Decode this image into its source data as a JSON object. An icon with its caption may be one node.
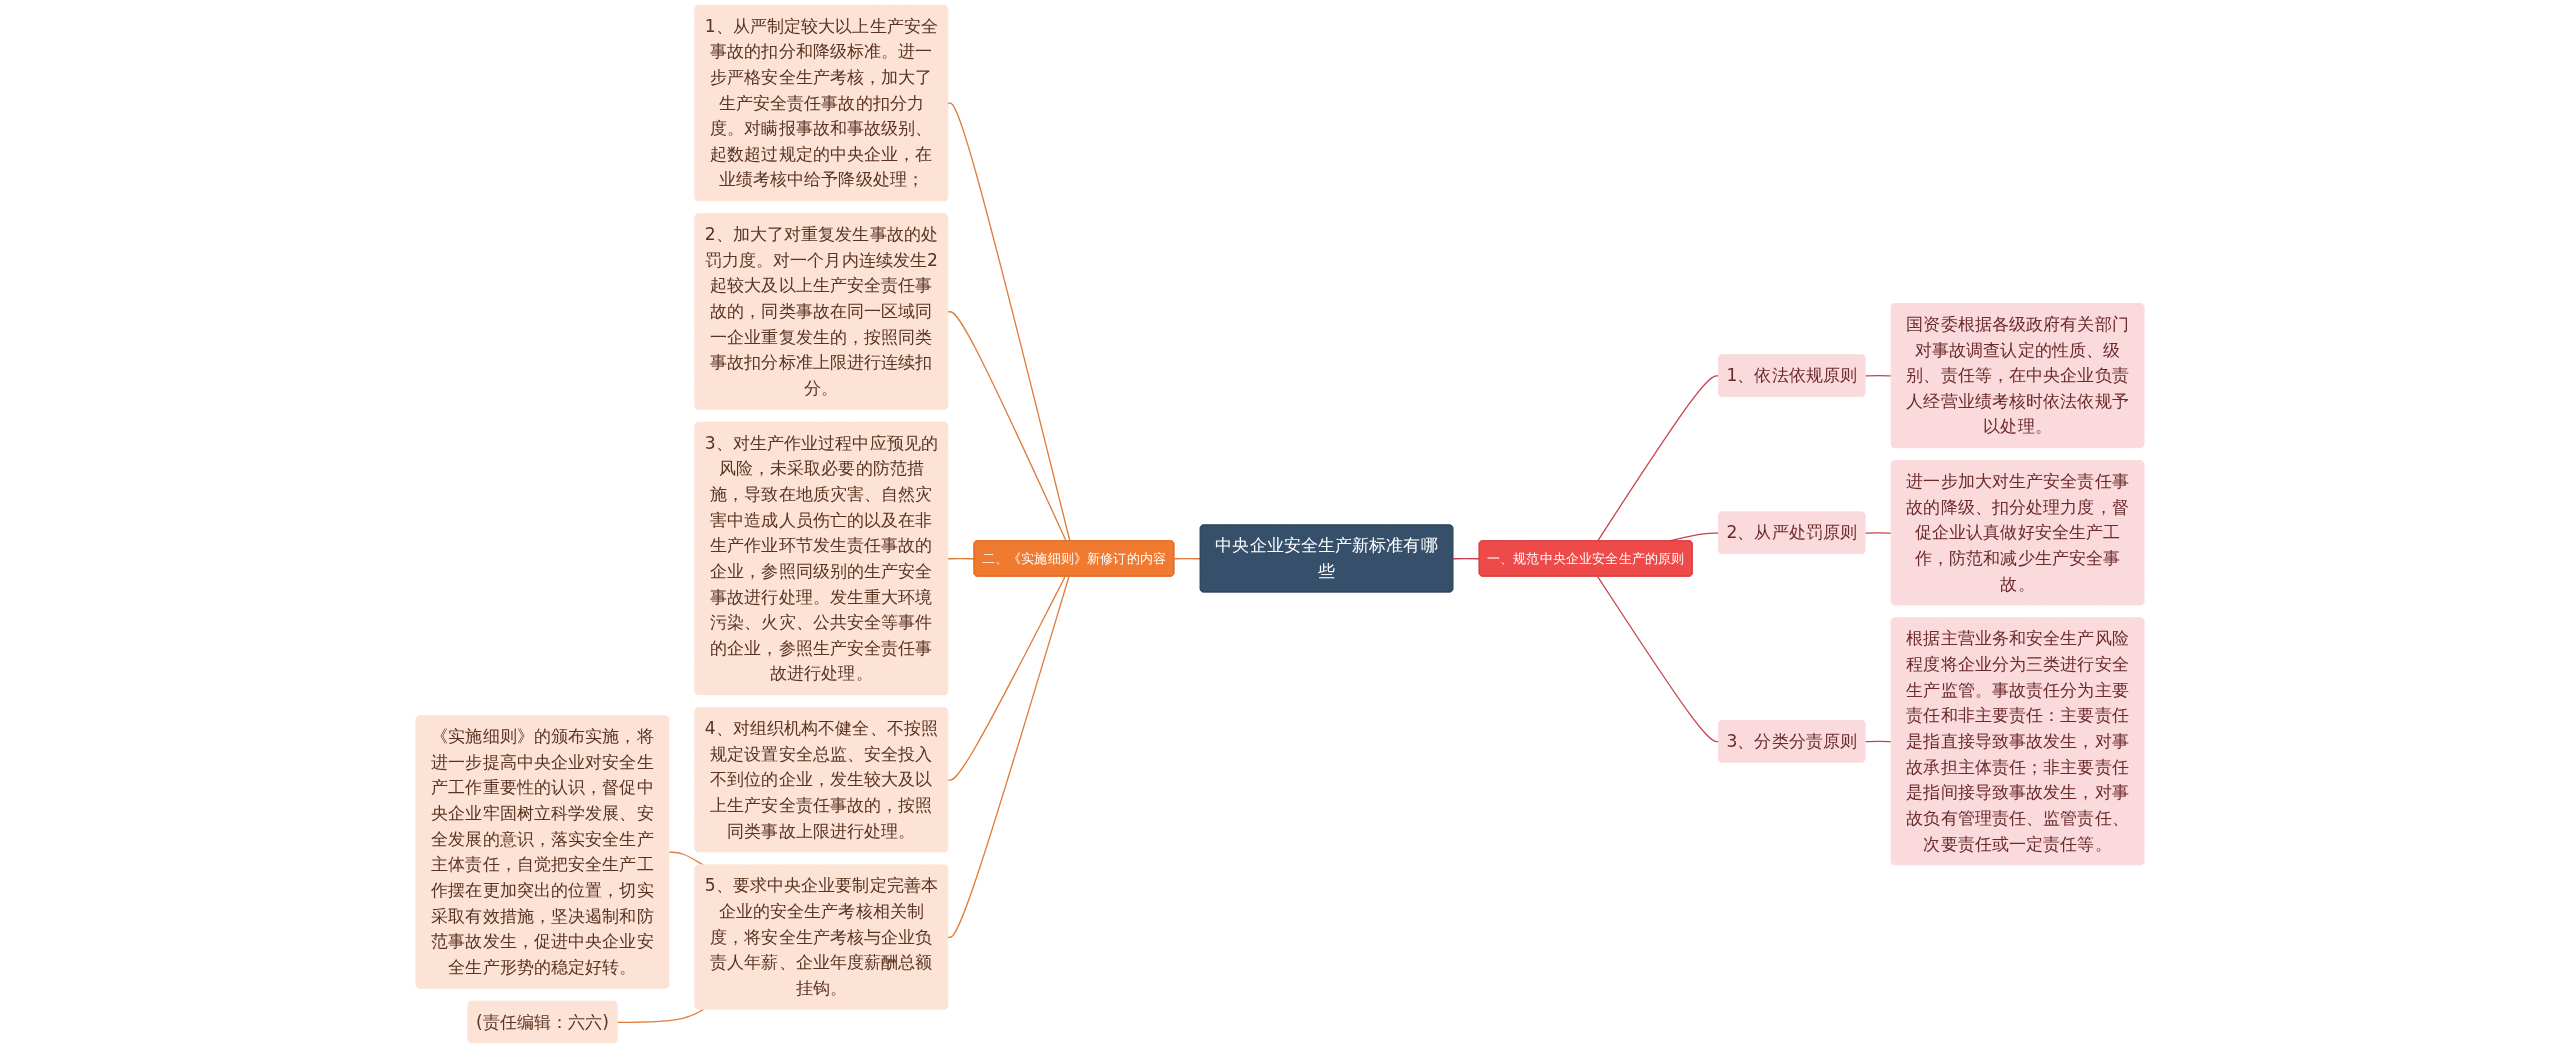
{
  "diagram": {
    "nodes": [
      {
        "text": [
          "中央企业安全生产新标准有哪些"
        ]
      },
      {
        "text": [
          "一、规范中央企业安全生产的原则"
        ]
      },
      {
        "text": [
          "1、依法依规原则"
        ]
      },
      {
        "text": [
          "国资委根据各级政府有关部门对事故调查认定的性质、级别、责任等，在中央企业负责人经营业绩考核时依法依规予以处理。"
        ]
      },
      {
        "text": [
          "2、从严处罚原则"
        ]
      },
      {
        "text": [
          "进一步加大对生产安全责任事故的降级、扣分处理力度，督促企业认真做好安全生产工作，防范和减少生产安全事故。"
        ]
      },
      {
        "text": [
          "3、分类分责原则"
        ]
      },
      {
        "text": [
          "根据主营业务和安全生产风险程度将企业分为三类进行安全生产监管。事故责任分为主要责任和非主要责任：主要责任是指直接导致事故发生，对事故承担主体责任；非主要责任是指间接导致事故发生，对事故负有管理责任、监管责任、次要责任或一定责任等。"
        ]
      },
      {
        "text": [
          "二、《实施细则》新修订的内容"
        ]
      },
      {
        "text": [
          "1、从严制定较大以上生产安全事故的扣分和降级标准。进一步严格安全生产考核，加大了生产安全责任事故的扣分力度。对瞒报事故和事故级别、起数超过规定的中央企业，在业绩考核中给予降级处理；"
        ]
      },
      {
        "text": [
          "2、加大了对重复发生事故的处罚力度。对一个月内连续发生2起较大及以上生产安全责任事故的，同类事故在同一区域同一企业重复发生的，按照同类事故扣分标准上限进行连续扣分。"
        ]
      },
      {
        "text": [
          "3、对生产作业过程中应预见的风险，未采取必要的防范措施，导致在地质灾害、自然灾害中造成人员伤亡的以及在非生产作业环节发生责任事故的企业，参照同级别的生产安全事故进行处理。发生重大环境污染、火灾、公共安全等事件的企业，参照生产安全责任事故进行处理。"
        ]
      },
      {
        "text": [
          "4、对组织机构不健全、不按照规定设置安全总监、安全投入不到位的企业，发生较大及以上生产安全责任事故的，按照同类事故上限进行处理。"
        ]
      },
      {
        "text": [
          "5、要求中央企业要制定完善本企业的安全生产考核相关制度，将安全生产考核与企业负责人年薪、企业年度薪酬总额挂钩。"
        ]
      },
      {
        "text": [
          "《实施细则》的颁布实施，将进一步提高中央企业对安全生产工作重要性的认识，督促中央企业牢固树立科学发展、安全发展的意识，落实安全生产主体责任，自觉把安全生产工作摆在更加突出的位置，切实采取有效措施，坚决遏制和防范事故发生，促进中央企业安全生产形势的稳定好转。"
        ]
      },
      {
        "text": [
          "(责任编辑：六六)"
        ]
      }
    ],
    "edges": [
      {
        "from": 0,
        "to": 1,
        "arrow": "none",
        "color": "#c8424e"
      },
      {
        "from": 1,
        "to": 2,
        "arrow": "none",
        "color": "#c8424e"
      },
      {
        "from": 2,
        "to": 3,
        "arrow": "none",
        "color": "#c8424e"
      },
      {
        "from": 1,
        "to": 4,
        "arrow": "none",
        "color": "#c8424e"
      },
      {
        "from": 4,
        "to": 5,
        "arrow": "none",
        "color": "#c8424e"
      },
      {
        "from": 1,
        "to": 6,
        "arrow": "none",
        "color": "#c8424e"
      },
      {
        "from": 6,
        "to": 7,
        "arrow": "none",
        "color": "#c8424e"
      },
      {
        "from": 8,
        "to": 0,
        "arrow": "none"
      },
      {
        "from": 9,
        "to": 8,
        "arrow": "none"
      },
      {
        "from": 10,
        "to": 8,
        "arrow": "none"
      },
      {
        "from": 11,
        "to": 8,
        "arrow": "none"
      },
      {
        "from": 12,
        "to": 8,
        "arrow": "none"
      },
      {
        "from": 13,
        "to": 8,
        "arrow": "none"
      },
      {
        "from": 14,
        "to": 13,
        "arrow": "none"
      },
      {
        "from": 15,
        "to": 13,
        "arrow": "none"
      }
    ]
  }
}
